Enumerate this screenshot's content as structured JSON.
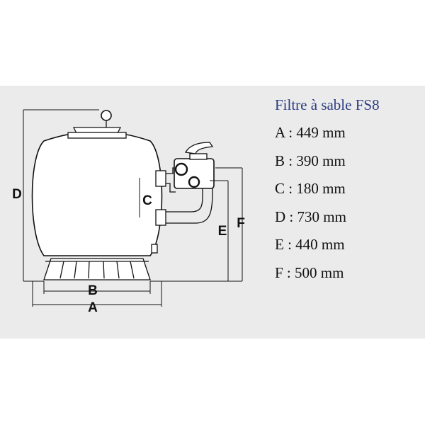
{
  "title": "Filtre à sable FS8",
  "dimensions": [
    {
      "key": "A",
      "value": "449 mm",
      "text": "A : 449 mm"
    },
    {
      "key": "B",
      "value": "390 mm",
      "text": "B : 390 mm"
    },
    {
      "key": "C",
      "value": "180 mm",
      "text": "C : 180 mm"
    },
    {
      "key": "D",
      "value": "730 mm",
      "text": "D : 730 mm"
    },
    {
      "key": "E",
      "value": "440 mm",
      "text": "E : 440 mm"
    },
    {
      "key": "F",
      "value": "500 mm",
      "text": "F : 500 mm"
    }
  ],
  "diagram_labels": {
    "a": "A",
    "b": "B",
    "c": "C",
    "d": "D",
    "e": "E",
    "f": "F"
  },
  "colors": {
    "background": "#ebebeb",
    "title": "#2c3b82",
    "text": "#111111"
  }
}
